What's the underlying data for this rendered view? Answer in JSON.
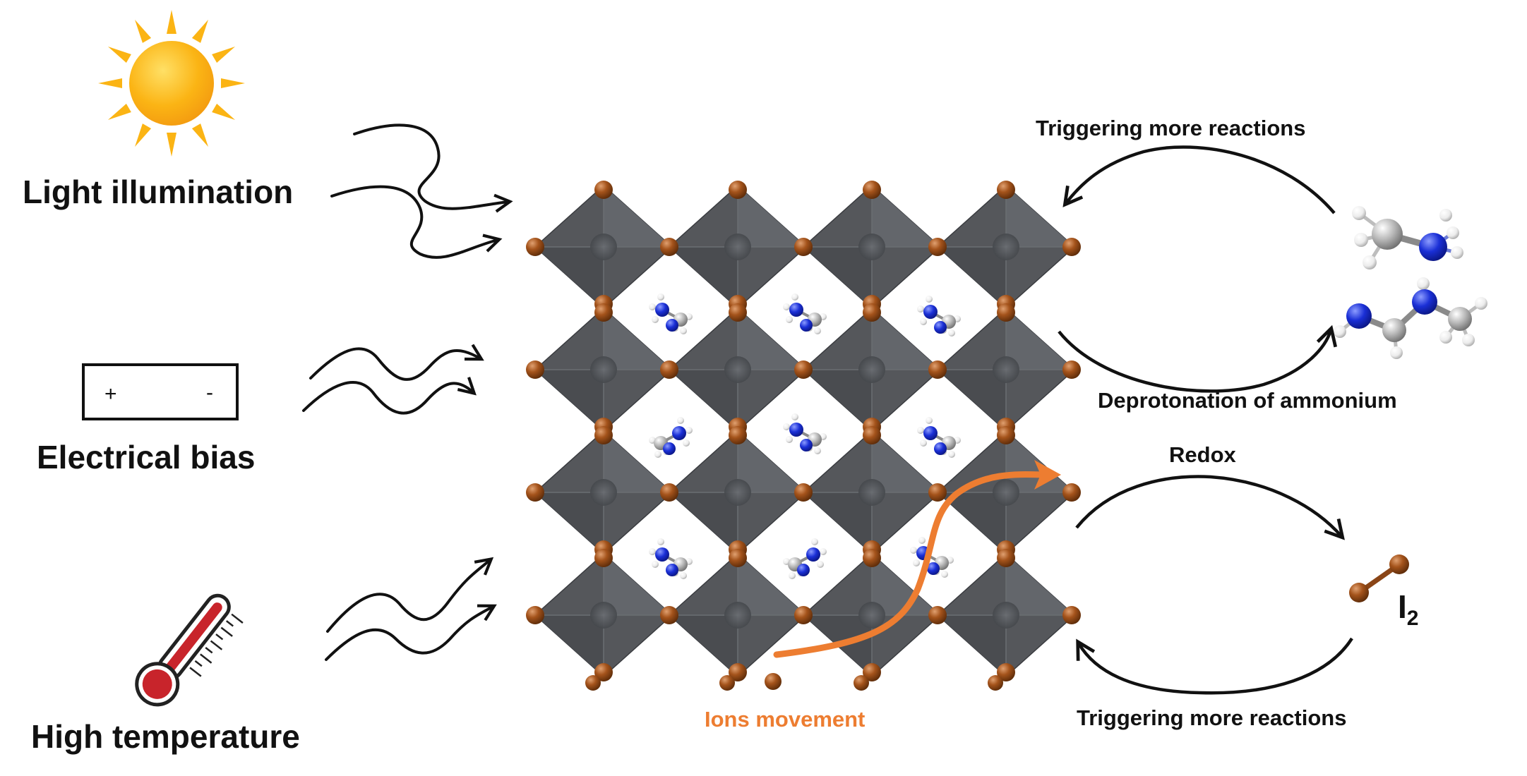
{
  "stimuli": {
    "light": "Light illumination",
    "electrical": "Electrical bias",
    "plus_sign": "+",
    "minus_sign": "-",
    "temperature": "High temperature"
  },
  "lattice": {
    "ions_movement": "Ions movement"
  },
  "reactions": {
    "triggering_top": "Triggering more reactions",
    "deprotonation": "Deprotonation of ammonium",
    "redox": "Redox",
    "iodine_symbol": "I",
    "iodine_subscript": "2",
    "triggering_bottom": "Triggering more reactions"
  },
  "colors": {
    "octahedron": "#55575b",
    "iodide": "#8a4516",
    "nitrogen": "#1a2fd6",
    "carbon": "#b9b9b9",
    "hydrogen": "#f4f4f4",
    "ion_arrow": "#ED7D31",
    "sun": "#FBB414",
    "thermometer": "#C8242B"
  }
}
